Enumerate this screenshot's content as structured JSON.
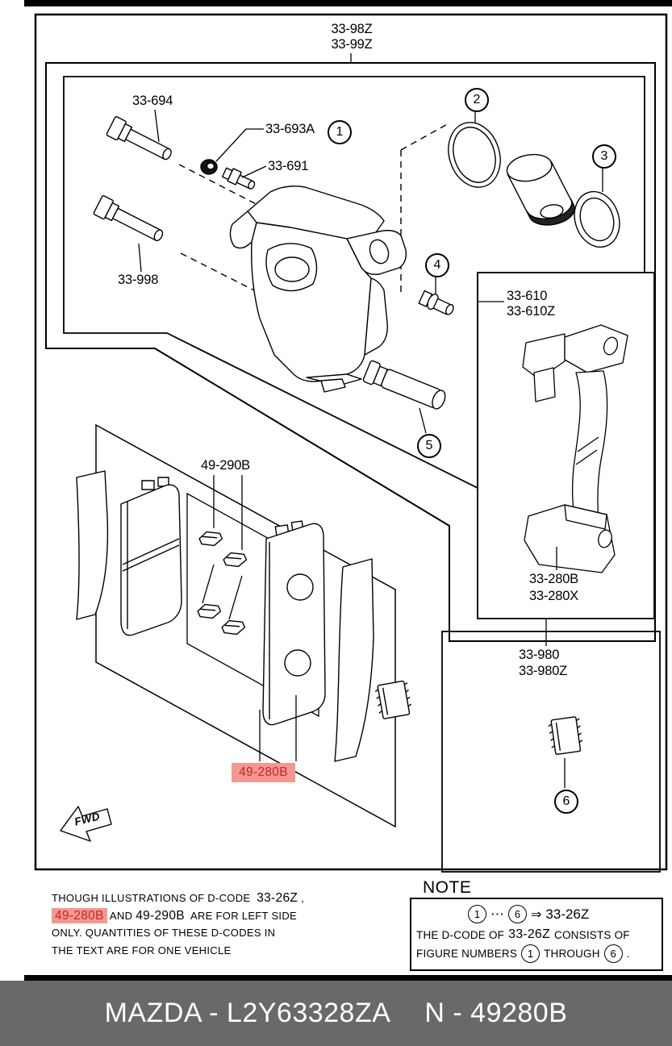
{
  "colors": {
    "highlight_bg": "#F5978F",
    "highlight_fg": "#C3272B",
    "footer_bg": "#696969",
    "line": "#000000"
  },
  "diagram": {
    "group_labels": {
      "top1": "33-98Z",
      "top2": "33-99Z",
      "carrier_grp1": "33-610",
      "carrier_grp2": "33-610Z",
      "shim_grp1": "33-980",
      "shim_grp2": "33-980Z"
    },
    "part_labels": {
      "guide_pin_upper": "33-694",
      "cap": "33-693A",
      "bleeder_screw": "33-691",
      "guide_pin_lower": "33-998",
      "carrier1": "33-280B",
      "carrier2": "33-280X",
      "hardware_kit": "49-290B",
      "pad_kit_highlight": "49-280B"
    },
    "callouts": {
      "c1": "1",
      "c2": "2",
      "c3": "3",
      "c4": "4",
      "c5": "5",
      "c6": "6"
    },
    "fwd": "FWD"
  },
  "footnote": {
    "l1a": "THOUGH  ILLUSTRATIONS  OF  D-CODE",
    "l1b": "33-26Z",
    "l1c": ",",
    "l2_highlight": "49-280B",
    "l2b": "AND",
    "l2c": "49-290B",
    "l2d": "ARE FOR LEFT SIDE",
    "l3": "ONLY. QUANTITIES  OF  THESE  D-CODES  IN",
    "l4": "THE  TEXT  ARE  FOR  ONE  VEHICLE"
  },
  "note": {
    "title": "NOTE",
    "eq_from": "1",
    "eq_dots": "⋯",
    "eq_to": "6",
    "eq_arrow": "⇒",
    "eq_result": "33-26Z",
    "r2a": "THE D-CODE OF",
    "r2b": "33-26Z",
    "r2c": "CONSISTS OF",
    "r3a": "FIGURE NUMBERS",
    "r3b": "1",
    "r3c": "THROUGH",
    "r3d": "6",
    "r3e": "."
  },
  "footer": {
    "left": "MAZDA - L2Y63328ZA",
    "right": "N - 49280B"
  }
}
